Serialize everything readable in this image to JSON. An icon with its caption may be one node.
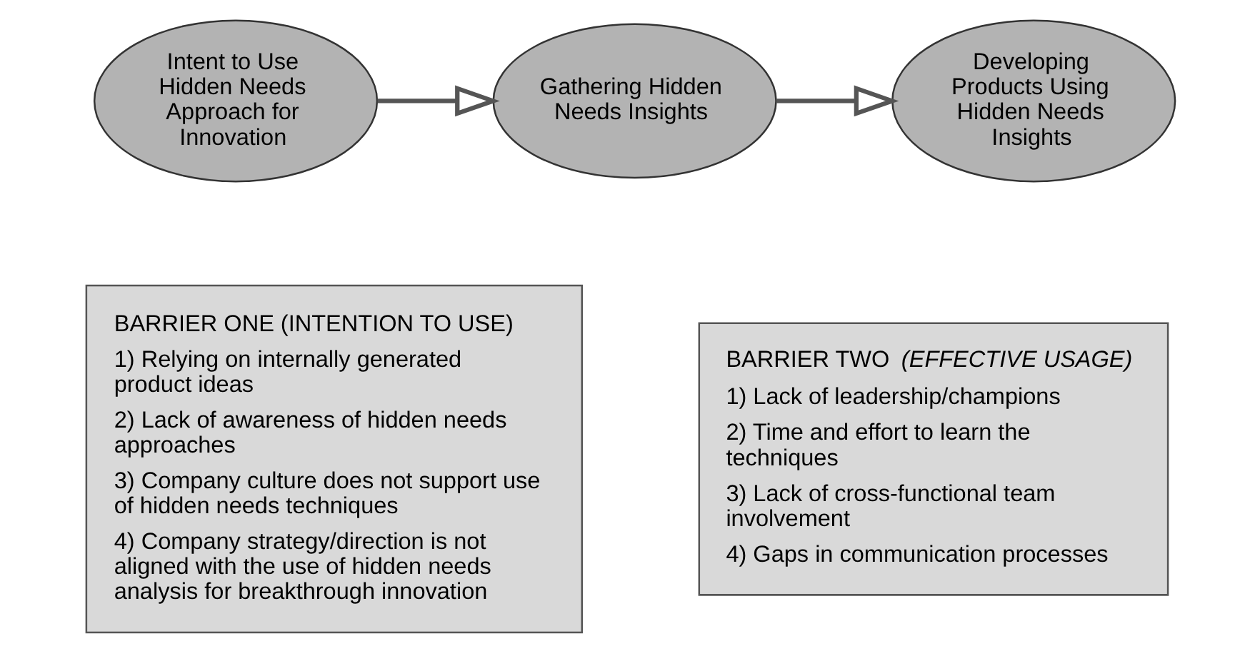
{
  "diagram": {
    "nodes": [
      {
        "text": [
          "Intent to Use Hidden Needs Approach for Innovation"
        ]
      },
      {
        "text": [
          "Gathering Hidden Needs Insights"
        ]
      },
      {
        "text": [
          "Developing Products Using Hidden Needs Insights"
        ]
      },
      {
        "text": [
          "BARRIER ONE (INTENTION TO USE)",
          "1) Relying on internally generated product ideas",
          "2) Lack of awareness of hidden needs approaches",
          "3) Company culture does not support use of hidden needs techniques",
          "4) Company strategy/direction is not aligned with the use of hidden needs analysis for breakthrough innovation"
        ]
      },
      {
        "text": [
          "BARRIER TWO *(EFFECTIVE USAGE)*",
          "1) Lack of leadership/champions",
          "2) Time and effort to learn the techniques",
          "3) Lack of cross-functional team involvement",
          "4) Gaps in communication processes"
        ]
      }
    ],
    "edges": [
      {
        "from": 0,
        "to": 1,
        "arrow": "to"
      },
      {
        "from": 1,
        "to": 2,
        "arrow": "to"
      }
    ]
  }
}
